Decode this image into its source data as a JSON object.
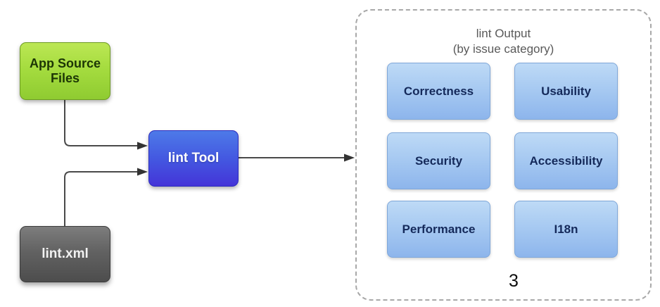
{
  "page_number": "3",
  "nodes": {
    "app_source_files": {
      "label": "App Source Files"
    },
    "lint_xml": {
      "label": "lint.xml"
    },
    "lint_tool": {
      "label": "lint Tool"
    }
  },
  "lint_output": {
    "title_line1": "lint Output",
    "title_line2": "(by issue category)",
    "categories": [
      {
        "label": "Correctness"
      },
      {
        "label": "Usability"
      },
      {
        "label": "Security"
      },
      {
        "label": "Accessibility"
      },
      {
        "label": "Performance"
      },
      {
        "label": "I18n"
      }
    ]
  },
  "connections": [
    {
      "from": "app_source_files",
      "to": "lint_tool"
    },
    {
      "from": "lint_xml",
      "to": "lint_tool"
    },
    {
      "from": "lint_tool",
      "to": "lint_output"
    }
  ],
  "colors": {
    "app_source_top": "#bce754",
    "app_source_bottom": "#8fcb31",
    "app_source_border": "#6d9b22",
    "lint_tool_top": "#4d7ae8",
    "lint_tool_bottom": "#4534d8",
    "lint_xml_top": "#7d7d7d",
    "lint_xml_bottom": "#4d4d4d",
    "category_top": "#bedaf6",
    "category_bottom": "#8db5ec",
    "category_border": "#7fa7d9",
    "category_text": "#14295a",
    "connector": "#4a4a4a",
    "dashed_border": "#a8a8a8",
    "group_title_text": "#595959"
  }
}
